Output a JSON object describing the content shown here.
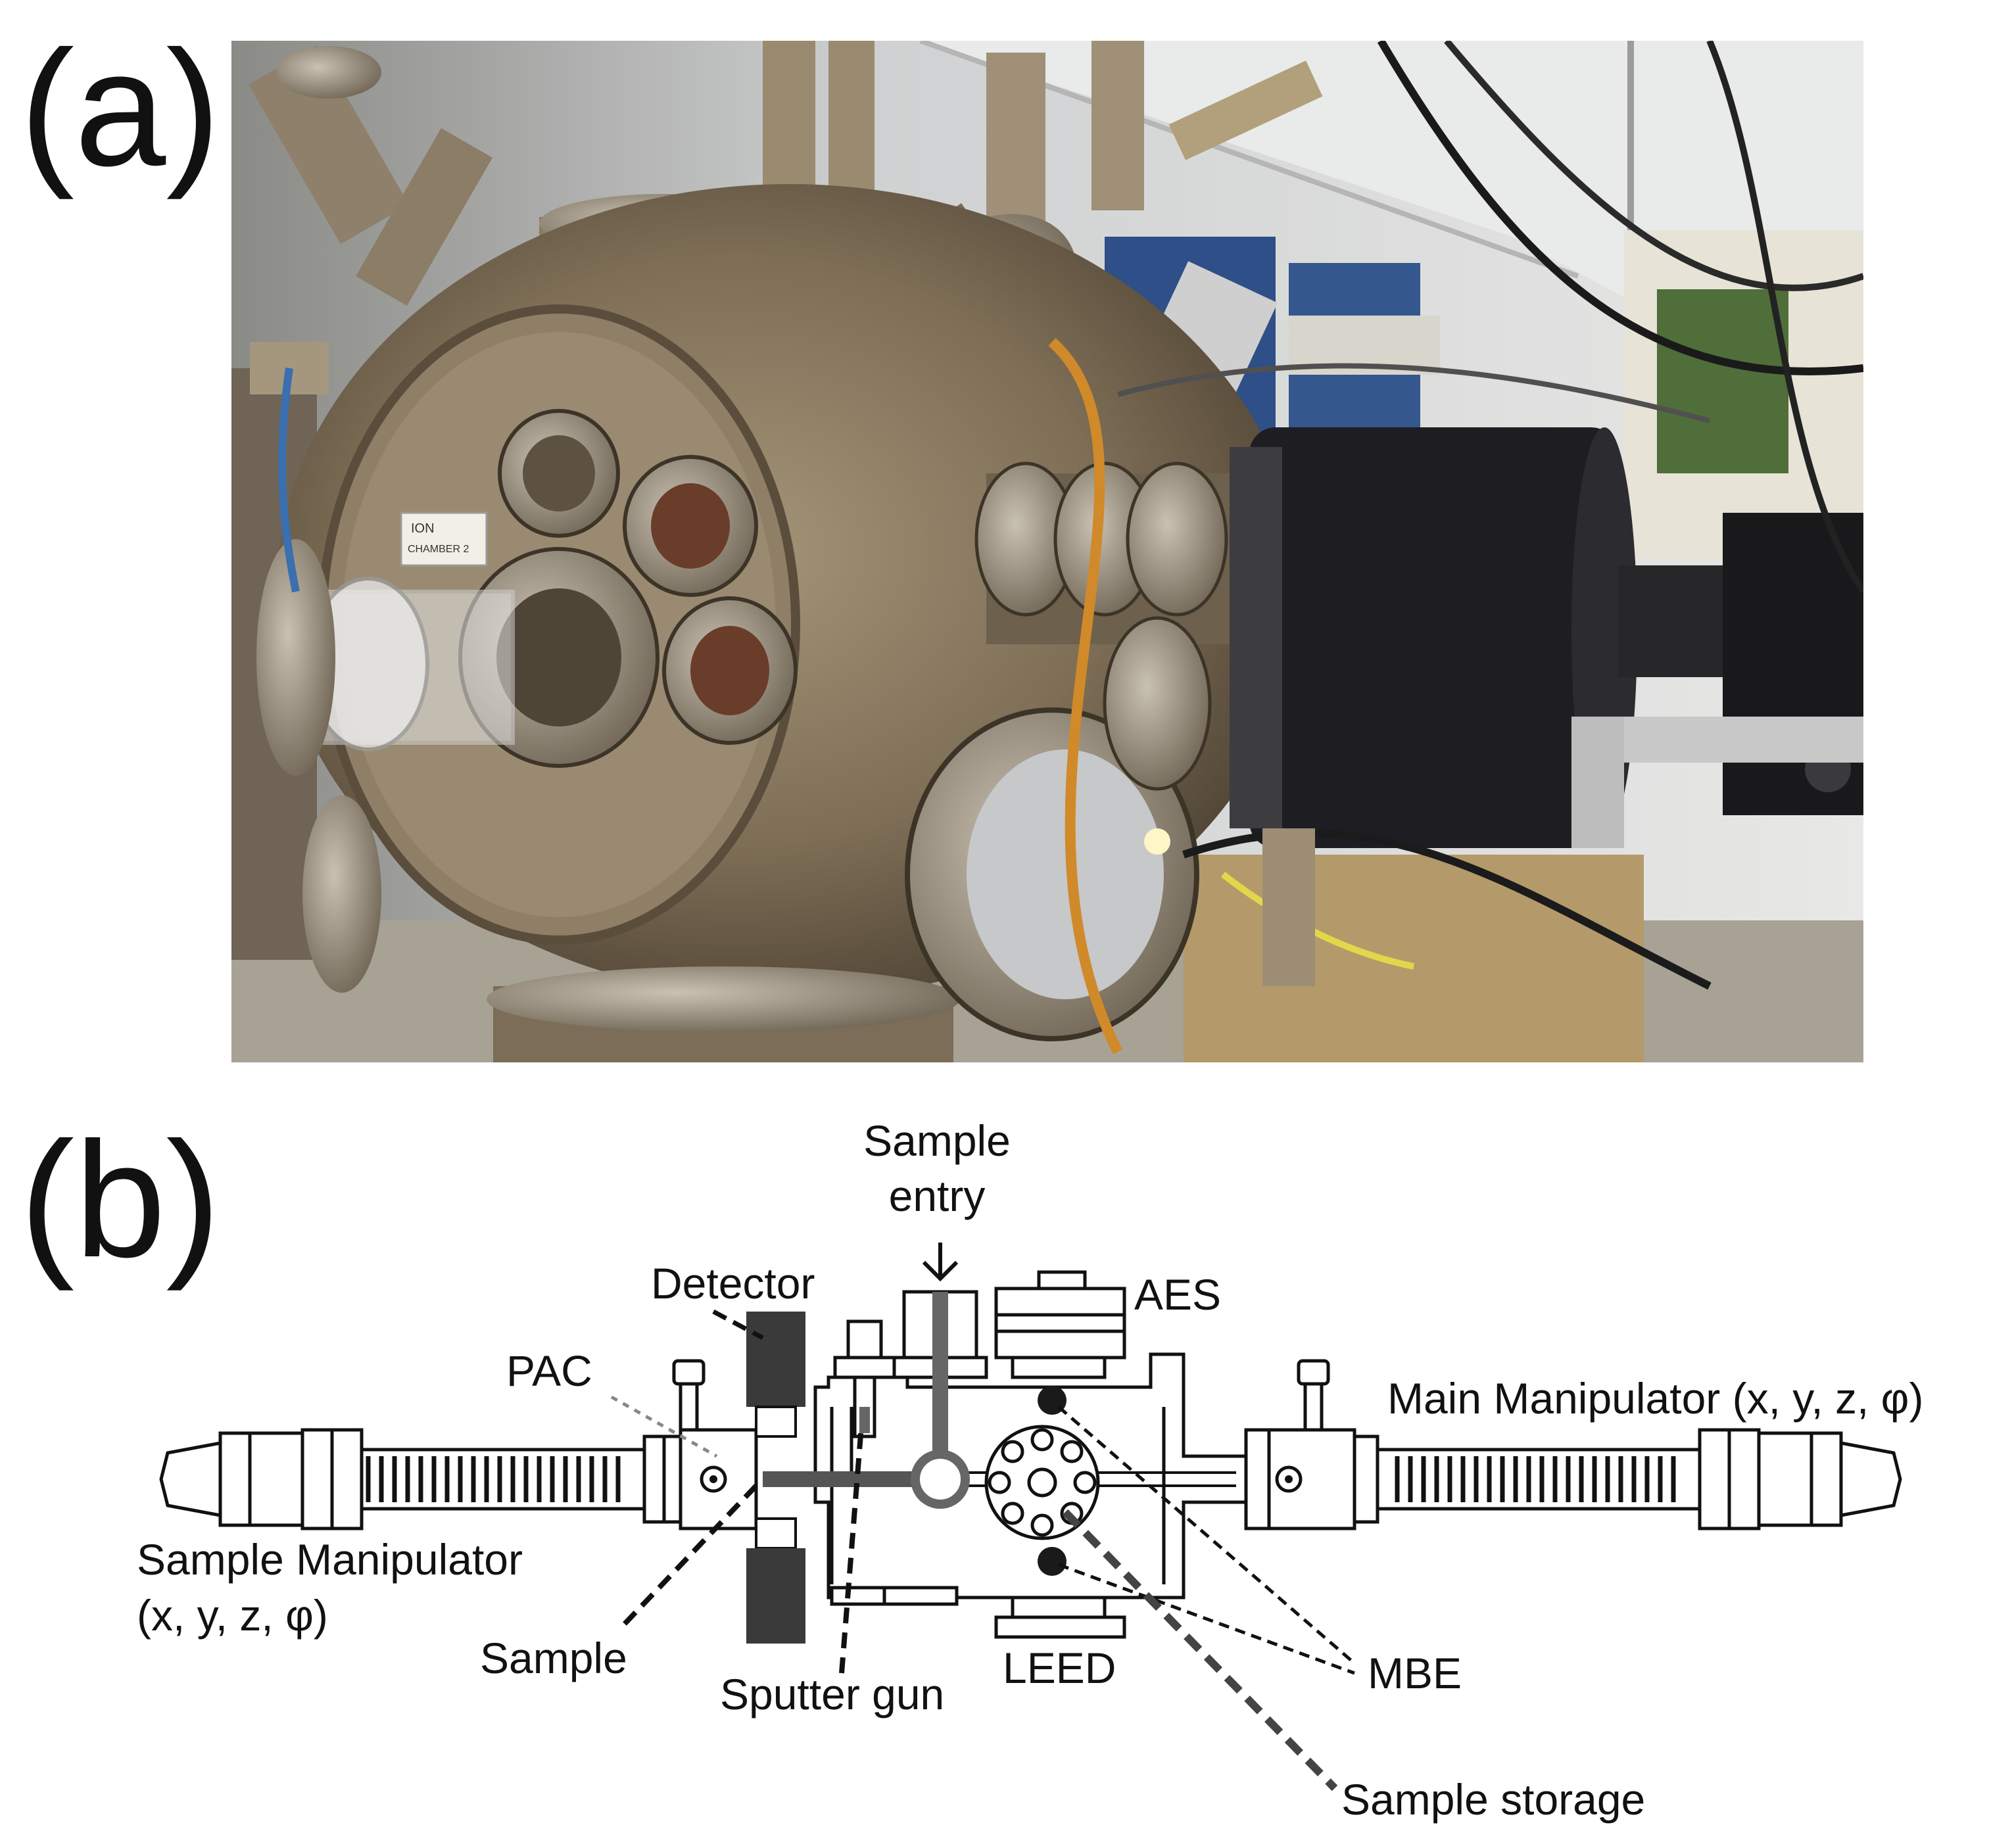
{
  "panels": {
    "a": {
      "label": "(a)"
    },
    "b": {
      "label": "(b)"
    }
  },
  "photo": {
    "sticker_line1": "ION",
    "sticker_line2": "CHAMBER 2"
  },
  "schematic": {
    "labels": {
      "sample_entry_line1": "Sample",
      "sample_entry_line2": "entry",
      "detector": "Detector",
      "aes": "AES",
      "pac": "PAC",
      "main_manipulator": "Main Manipulator (x, y, z, φ)",
      "sample_manipulator_line1": "Sample Manipulator",
      "sample_manipulator_line2": "(x, y, z, φ)",
      "sample": "Sample",
      "sputter_gun": "Sputter gun",
      "leed": "LEED",
      "mbe": "MBE",
      "sample_storage": "Sample storage"
    }
  },
  "colors": {
    "chamber_dark": "#2f2f2f",
    "metal": "#8d7d66",
    "background_photo": "#d9dbdc",
    "detector_fill": "#3a3a3a",
    "cable_orange": "#d08a2a"
  }
}
